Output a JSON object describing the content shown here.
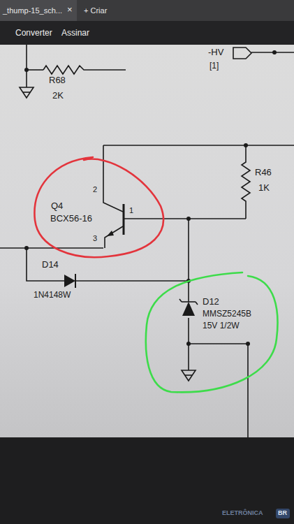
{
  "diagram": {
    "nodes": [
      {
        "text": [
          "-HV"
        ]
      },
      {
        "text": [
          "Q4",
          "BCX56-16",
          "2",
          "1",
          "3"
        ]
      },
      {
        "text": [
          "D12",
          "MMSZ5245B",
          "15V 1/2W"
        ]
      }
    ],
    "labels": [
      "_thump-15_sch...",
      "×",
      "+ Criar",
      "Converter",
      "Assinar",
      "[1]",
      "R68",
      "2K",
      "R46",
      "1K",
      "D14",
      "1N4148W",
      "ELETRÔNICA",
      "BR"
    ]
  }
}
